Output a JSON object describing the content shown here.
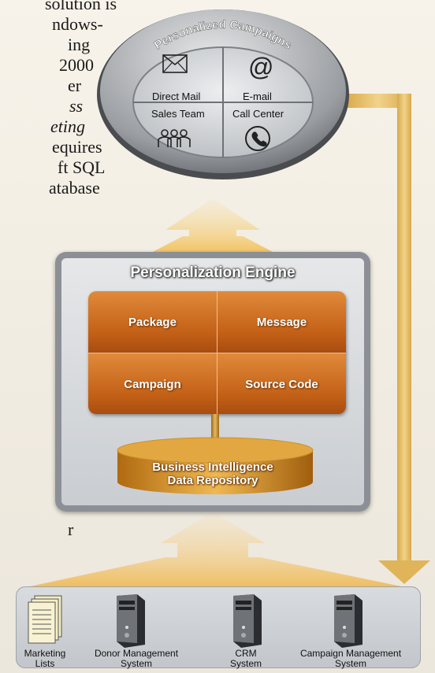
{
  "intro_text": {
    "lines": [
      "solution is",
      "ndows-",
      "ing",
      "2000",
      "er",
      "ss",
      "eting",
      "equires",
      "ft SQL",
      "atabase"
    ],
    "italic_lines": [
      5,
      6
    ]
  },
  "stray_text": "r",
  "campaigns": {
    "title": "Personalized Campaigns",
    "channels": {
      "direct_mail": "Direct Mail",
      "email": "E-mail",
      "sales_team": "Sales Team",
      "call_center": "Call Center"
    }
  },
  "engine": {
    "title": "Personalization Engine",
    "cells": {
      "package": "Package",
      "message": "Message",
      "campaign": "Campaign",
      "source_code": "Source Code"
    },
    "repository": [
      "Business Intelligence",
      "Data Repository"
    ]
  },
  "sources": [
    {
      "lines": [
        "Marketing",
        "Lists"
      ]
    },
    {
      "lines": [
        "Donor Management",
        "System"
      ]
    },
    {
      "lines": [
        "CRM",
        "System"
      ]
    },
    {
      "lines": [
        "Campaign Management",
        "System"
      ]
    }
  ],
  "colors": {
    "arrow_gold": "#e9c26a",
    "engine_orange": "#c25f16",
    "panel_gray": "#c9ccd0"
  }
}
